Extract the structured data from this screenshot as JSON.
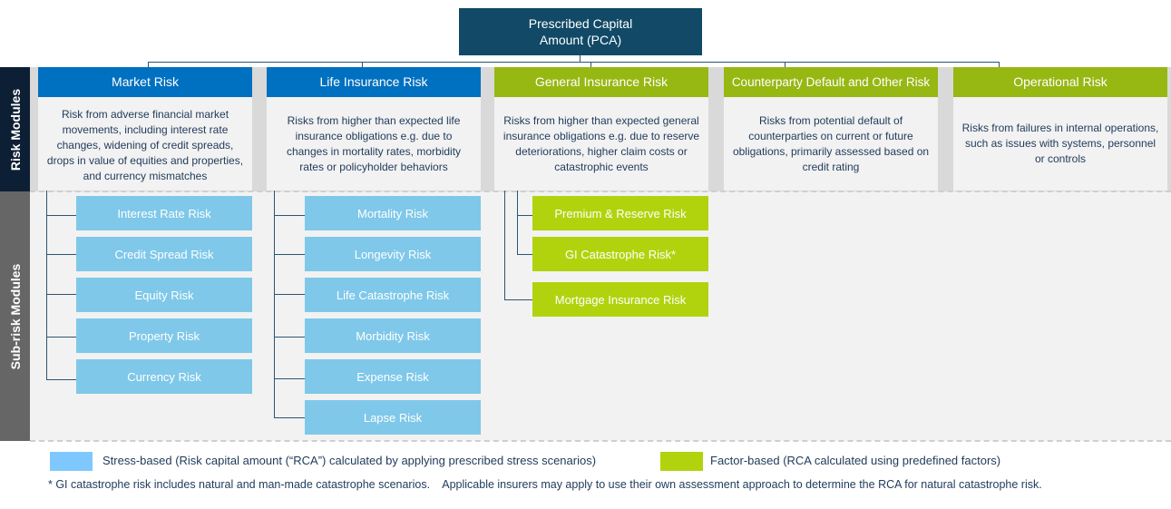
{
  "root": {
    "title_line1": "Prescribed Capital",
    "title_line2": "Amount (PCA)"
  },
  "bands": {
    "risk_modules": "Risk Modules",
    "sub_risk_modules": "Sub-risk Modules"
  },
  "colors": {
    "root": "#114966",
    "stress_header": "#0070c0",
    "factor_header": "#97b712",
    "stress_sub": "#7fc8e9",
    "factor_sub": "#b1d30e",
    "band_dark": "#0d1f35",
    "band_grey": "#666666"
  },
  "modules": [
    {
      "title": "Market Risk",
      "type": "stress",
      "description": "Risk from adverse financial market movements, including interest rate changes, widening of credit spreads, drops in value of equities and properties, and currency mismatches",
      "sub_risks": [
        "Interest Rate Risk",
        "Credit Spread Risk",
        "Equity Risk",
        "Property Risk",
        "Currency Risk"
      ]
    },
    {
      "title": "Life Insurance Risk",
      "type": "stress",
      "description": "Risks from higher than expected life insurance obligations e.g. due to changes in mortality rates, morbidity rates or policyholder behaviors",
      "sub_risks": [
        "Mortality Risk",
        "Longevity Risk",
        "Life Catastrophe Risk",
        "Morbidity Risk",
        "Expense Risk",
        "Lapse Risk"
      ]
    },
    {
      "title": "General Insurance Risk",
      "type": "factor",
      "description": "Risks from higher than expected general insurance obligations e.g. due to reserve deteriorations, higher claim costs or catastrophic events",
      "sub_risks": [
        "Premium & Reserve Risk",
        "GI Catastrophe Risk*",
        "Mortgage Insurance Risk"
      ]
    },
    {
      "title": "Counterparty Default  and Other Risk",
      "type": "factor",
      "description": "Risks from potential default of counterparties on current or future obligations, primarily assessed based on credit rating",
      "sub_risks": []
    },
    {
      "title": "Operational Risk",
      "type": "factor",
      "description": "Risks from failures in internal operations, such as issues with systems, personnel or controls",
      "sub_risks": []
    }
  ],
  "legend": {
    "stress": "Stress-based  (Risk capital amount (“RCA”) calculated by applying prescribed stress scenarios)",
    "factor": "Factor-based (RCA calculated using predefined factors)"
  },
  "footnote": "* GI catastrophe risk includes natural and man-made catastrophe scenarios.    Applicable insurers may apply to use their own assessment approach to determine the RCA for natural catastrophe risk."
}
